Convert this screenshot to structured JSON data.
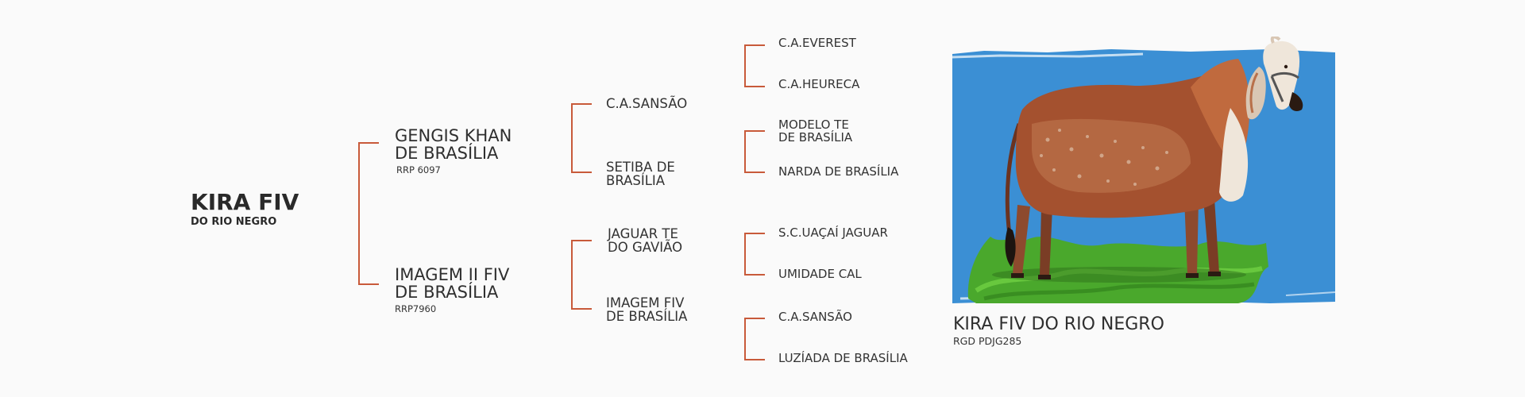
{
  "subject": {
    "name": "KIRA FIV",
    "subtitle": "DO RIO NEGRO"
  },
  "sire": {
    "name_line1": "GENGIS KHAN",
    "name_line2": "DE BRASÍLIA",
    "registration": "RRP 6097"
  },
  "dam": {
    "name_line1": "IMAGEM II FIV",
    "name_line2": "DE BRASÍLIA",
    "registration": "RRP7960"
  },
  "grandparents": {
    "paternal_grandsire": {
      "name_line1": "C.A.SANSÃO",
      "name_line2": ""
    },
    "paternal_granddam": {
      "name_line1": "SETIBA DE",
      "name_line2": "BRASÍLIA"
    },
    "maternal_grandsire": {
      "name_line1": "JAGUAR TE",
      "name_line2": "DO GAVIÃO"
    },
    "maternal_granddam": {
      "name_line1": "IMAGEM FIV",
      "name_line2": "DE BRASÍLIA"
    }
  },
  "great_grandparents": [
    {
      "name_line1": "C.A.EVEREST",
      "name_line2": ""
    },
    {
      "name_line1": "C.A.HEURECA",
      "name_line2": ""
    },
    {
      "name_line1": "MODELO TE",
      "name_line2": "DE BRASÍLIA"
    },
    {
      "name_line1": "NARDA DE BRASÍLIA",
      "name_line2": ""
    },
    {
      "name_line1": "S.C.UAÇAÍ JAGUAR",
      "name_line2": ""
    },
    {
      "name_line1": "UMIDADE CAL",
      "name_line2": ""
    },
    {
      "name_line1": "C.A.SANSÃO",
      "name_line2": ""
    },
    {
      "name_line1": "LUZÍADA DE BRASÍLIA",
      "name_line2": ""
    }
  ],
  "photo": {
    "caption_name": "KIRA FIV DO RIO NEGRO",
    "caption_registration": "RGD PDJG285",
    "background_color": "#3b8fd4",
    "grass_color": "#4aa82c",
    "accent_color": "#c85a3a"
  }
}
